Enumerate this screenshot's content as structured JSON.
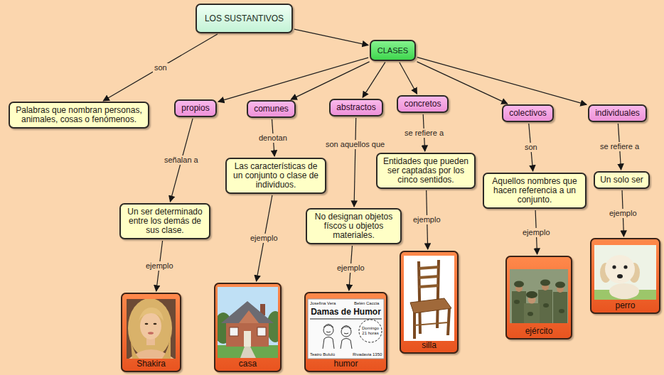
{
  "diagram": {
    "nodes": [
      {
        "text": [
          "LOS SUSTANTIVOS"
        ]
      },
      {
        "text": [
          "CLASES"
        ]
      },
      {
        "text": [
          "Palabras que nombran personas, animales, cosas o fenómenos."
        ]
      },
      {
        "text": [
          "propios"
        ]
      },
      {
        "text": [
          "comunes"
        ]
      },
      {
        "text": [
          "abstractos"
        ]
      },
      {
        "text": [
          "concretos"
        ]
      },
      {
        "text": [
          "colectivos"
        ]
      },
      {
        "text": [
          "individuales"
        ]
      },
      {
        "text": [
          "Un ser determinado entre los demás de sus clase."
        ]
      },
      {
        "text": [
          "Las características de un conjunto o clase de individuos."
        ]
      },
      {
        "text": [
          "No designan objetos físcos u objetos materiales."
        ]
      },
      {
        "text": [
          "Entidades que pueden ser captadas por los cinco sentidos."
        ]
      },
      {
        "text": [
          "Aquellos nombres que hacen referencia a un conjunto."
        ]
      },
      {
        "text": [
          "Un solo ser"
        ]
      },
      {
        "text": [
          "Shakira"
        ]
      },
      {
        "text": [
          "casa"
        ]
      },
      {
        "text": [
          "humor"
        ]
      },
      {
        "text": [
          "silla"
        ]
      },
      {
        "text": [
          "ejército"
        ]
      },
      {
        "text": [
          "perro"
        ]
      }
    ],
    "edges": [
      {
        "from": 0,
        "to": 2,
        "label": "son",
        "arrow": "to"
      },
      {
        "from": 0,
        "to": 1,
        "arrow": "to"
      },
      {
        "from": 1,
        "to": 3,
        "arrow": "to"
      },
      {
        "from": 1,
        "to": 4,
        "arrow": "to"
      },
      {
        "from": 1,
        "to": 5,
        "arrow": "to"
      },
      {
        "from": 1,
        "to": 6,
        "arrow": "to"
      },
      {
        "from": 1,
        "to": 7,
        "arrow": "to"
      },
      {
        "from": 1,
        "to": 8,
        "arrow": "to"
      },
      {
        "from": 3,
        "to": 9,
        "label": "señalan a",
        "arrow": "to"
      },
      {
        "from": 4,
        "to": 10,
        "label": "denotan",
        "arrow": "to"
      },
      {
        "from": 5,
        "to": 11,
        "label": "son aquellos que",
        "arrow": "to"
      },
      {
        "from": 6,
        "to": 12,
        "label": "se refiere a",
        "arrow": "to"
      },
      {
        "from": 7,
        "to": 13,
        "label": "son",
        "arrow": "to"
      },
      {
        "from": 8,
        "to": 14,
        "label": "se refiere a",
        "arrow": "to"
      },
      {
        "from": 9,
        "to": 15,
        "label": "ejemplo",
        "arrow": "to"
      },
      {
        "from": 10,
        "to": 16,
        "label": "ejemplo",
        "arrow": "to"
      },
      {
        "from": 11,
        "to": 17,
        "label": "ejemplo",
        "arrow": "to"
      },
      {
        "from": 12,
        "to": 18,
        "label": "ejemplo",
        "arrow": "to"
      },
      {
        "from": 13,
        "to": 19,
        "label": "ejemplo",
        "arrow": "to"
      },
      {
        "from": 14,
        "to": 20,
        "label": "ejemplo",
        "arrow": "to"
      }
    ],
    "labels": [
      "Josefina Vera",
      "Belén Caccia",
      "Damas de Humor",
      "Domingo 21 horas",
      "Teatro Bululú",
      "Rivadavia 1350"
    ]
  }
}
